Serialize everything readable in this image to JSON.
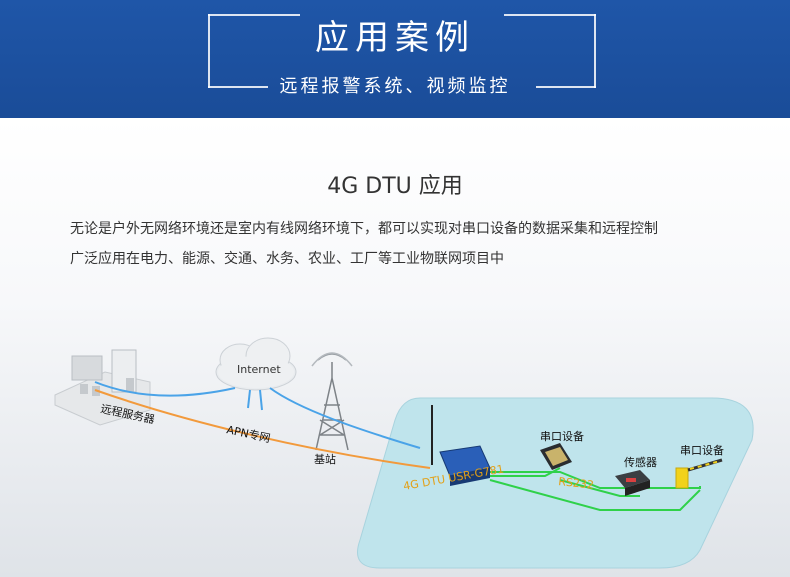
{
  "header": {
    "title": "应用案例",
    "subtitle": "远程报警系统、视频监控"
  },
  "main": {
    "section_title": "4G DTU 应用",
    "description_lines": [
      "无论是户外无网络环境还是室内有线网络环境下，都可以实现对串口设备的数据采集和远程控制",
      "广泛应用在电力、能源、交通、水务、农业、工厂等工业物联网项目中"
    ]
  },
  "diagram": {
    "labels": {
      "server": "远程服务器",
      "internet": "Internet",
      "apn": "APN专网",
      "base_station": "基站",
      "dtu": "4G DTU USR-G781",
      "rs232": "RS232",
      "serial_device_1": "串口设备",
      "sensor": "传感器",
      "serial_device_2": "串口设备"
    },
    "colors": {
      "header_blue": "#1f56a8",
      "link_blue": "#4aa3e8",
      "link_orange": "#f29a3c",
      "link_green": "#2fd14a",
      "platform": "#bde4ec"
    }
  }
}
